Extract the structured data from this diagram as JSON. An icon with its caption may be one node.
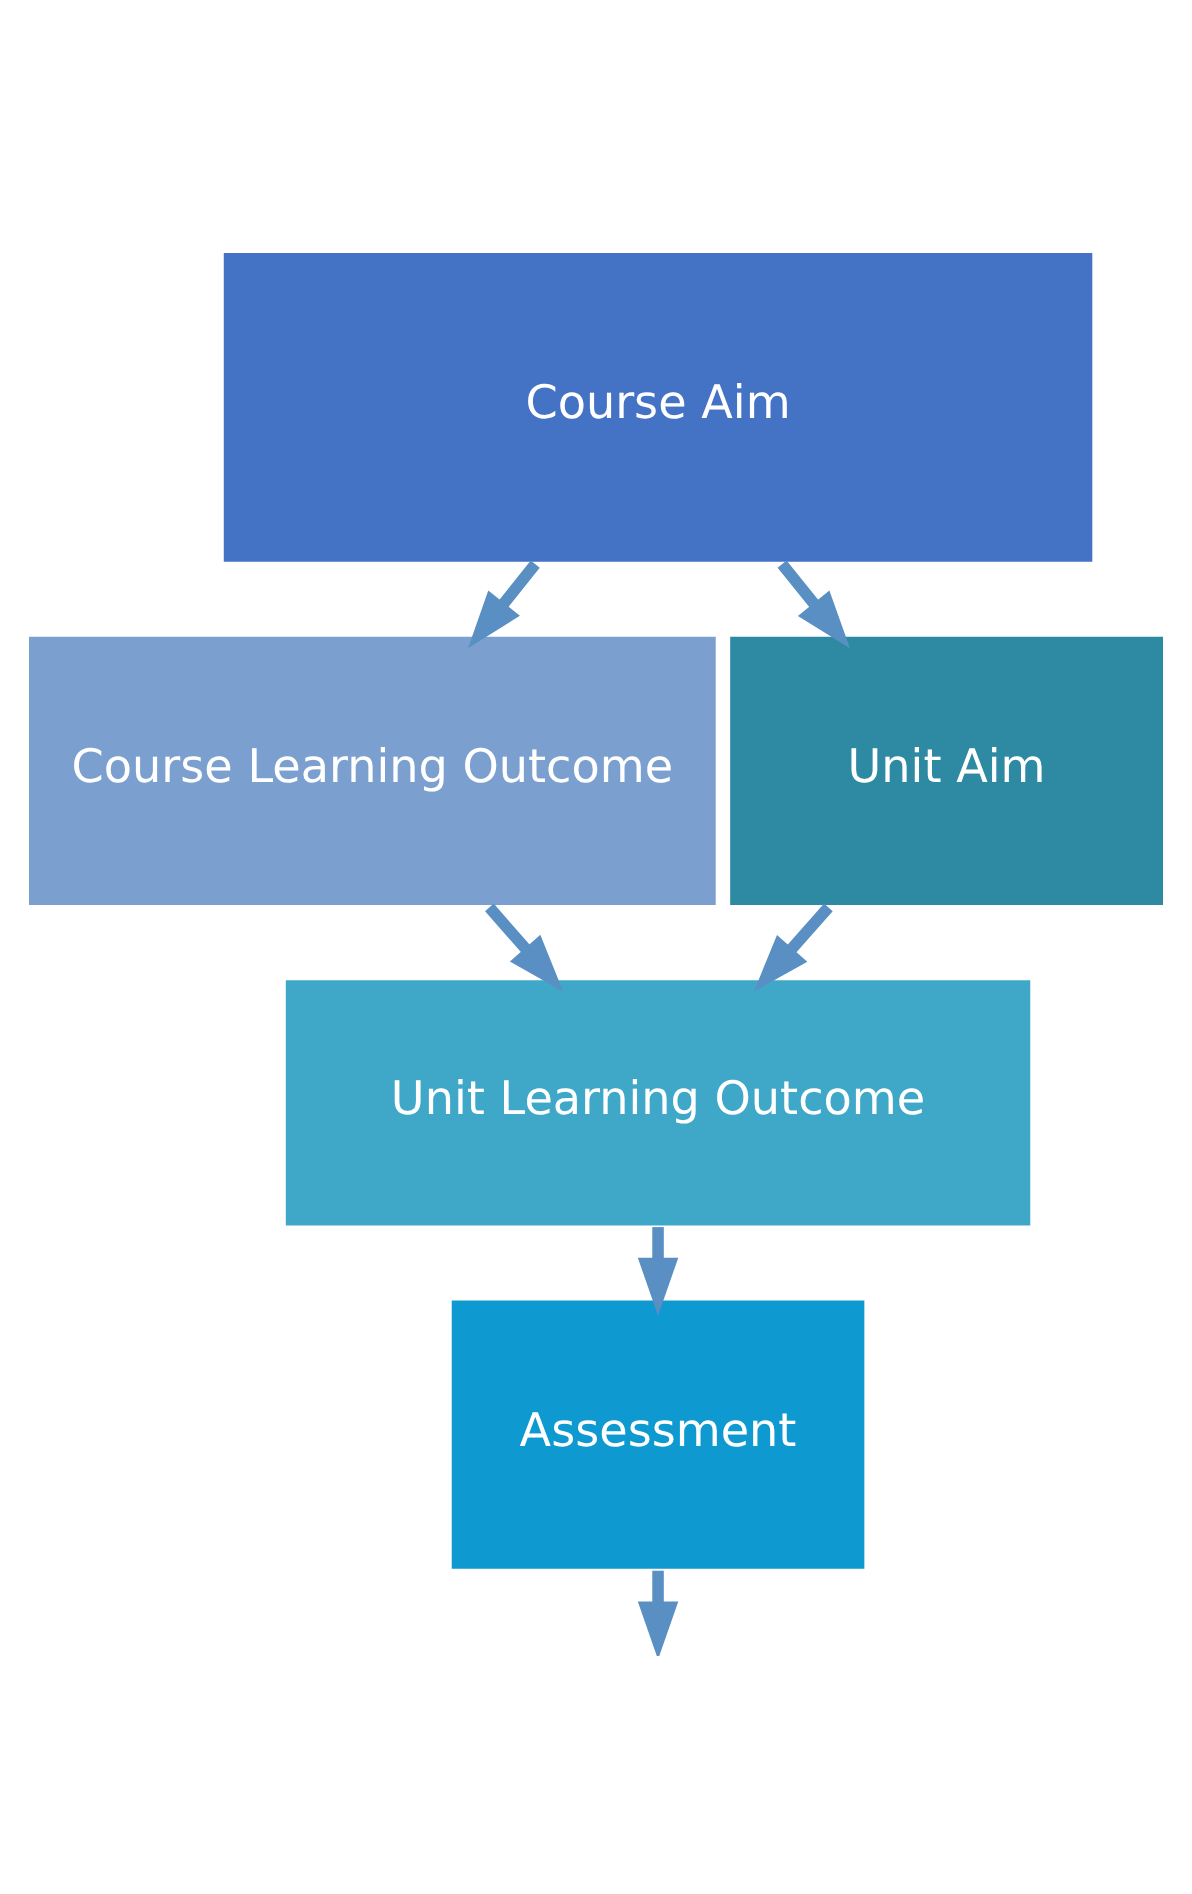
{
  "diagram": {
    "nodes": [
      {
        "text": [
          "Course Aim"
        ]
      },
      {
        "text": [
          "Course Learning Outcome"
        ]
      },
      {
        "text": [
          "Unit Aim"
        ]
      },
      {
        "text": [
          "Unit Learning Outcome"
        ]
      },
      {
        "text": [
          "Assessment"
        ]
      }
    ],
    "edges": [
      {
        "from": 0,
        "to": 1,
        "arrow": "to"
      },
      {
        "from": 0,
        "to": 2,
        "arrow": "to"
      },
      {
        "from": 1,
        "to": 3,
        "arrow": "to"
      },
      {
        "from": 2,
        "to": 3,
        "arrow": "to"
      },
      {
        "from": 3,
        "to": 4,
        "arrow": "to"
      },
      {
        "from": 4,
        "to": null,
        "arrow": "to"
      }
    ]
  }
}
